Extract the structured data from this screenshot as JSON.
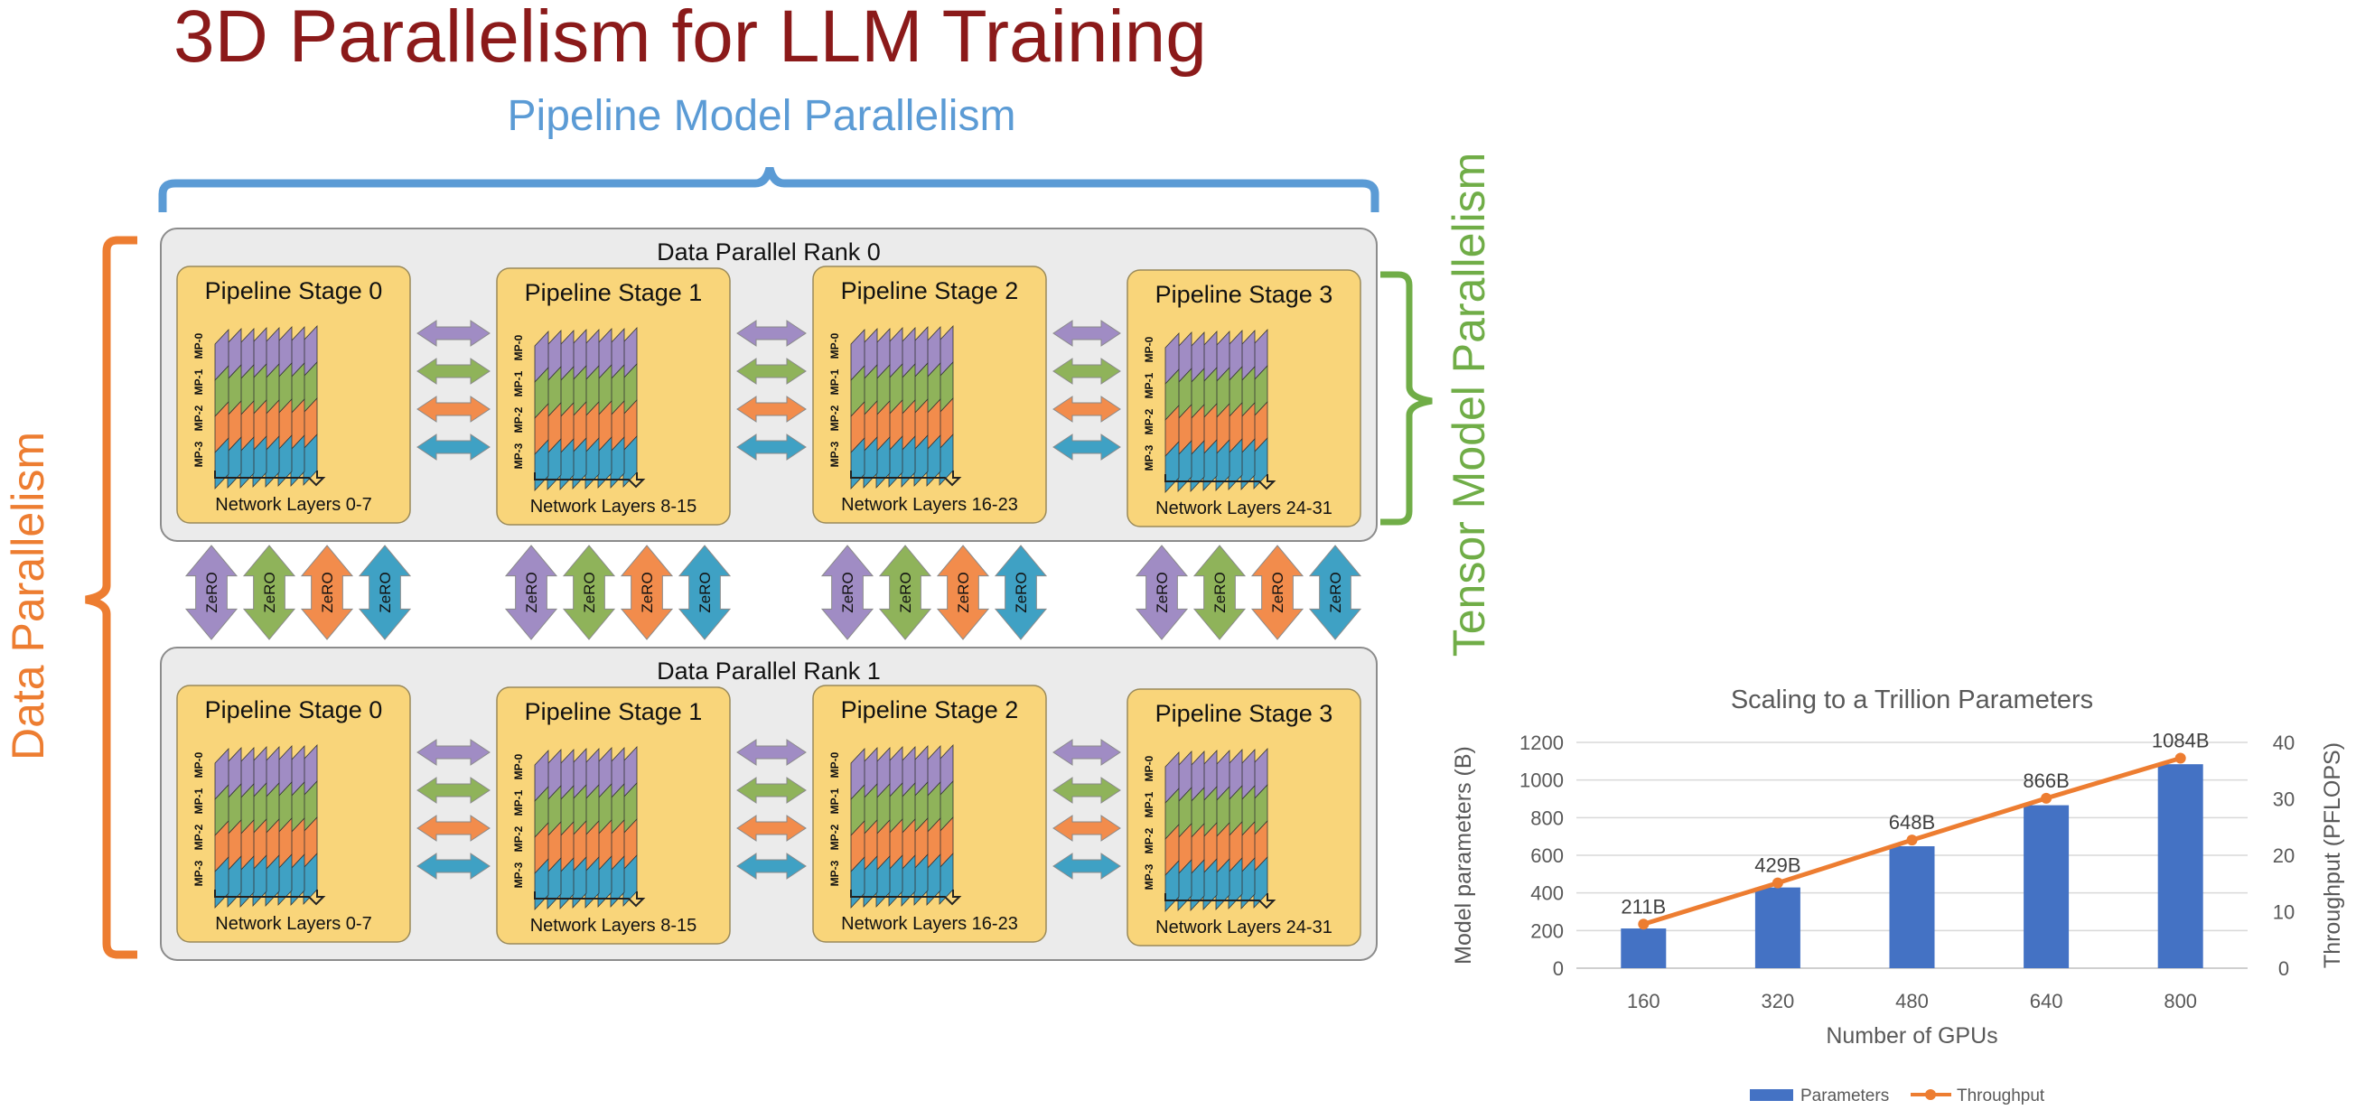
{
  "title": "3D Parallelism for LLM Training",
  "pipeline_label": "Pipeline Model Parallelism",
  "tensor_label": "Tensor Model Parallelism",
  "data_label": "Data Parallelism",
  "ranks": [
    {
      "label": "Data Parallel Rank 0",
      "stages": [
        {
          "title": "Pipeline Stage 0",
          "layers": "Network Layers 0-7"
        },
        {
          "title": "Pipeline Stage 1",
          "layers": "Network Layers 8-15"
        },
        {
          "title": "Pipeline Stage 2",
          "layers": "Network Layers 16-23"
        },
        {
          "title": "Pipeline Stage 3",
          "layers": "Network Layers 24-31"
        }
      ]
    },
    {
      "label": "Data Parallel Rank 1",
      "stages": [
        {
          "title": "Pipeline Stage 0",
          "layers": "Network Layers 0-7"
        },
        {
          "title": "Pipeline Stage 1",
          "layers": "Network Layers 8-15"
        },
        {
          "title": "Pipeline Stage 2",
          "layers": "Network Layers 16-23"
        },
        {
          "title": "Pipeline Stage 3",
          "layers": "Network Layers 24-31"
        }
      ]
    }
  ],
  "mp_labels": [
    "MP-0",
    "MP-1",
    "MP-2",
    "MP-3"
  ],
  "zero_label": "ZeRO",
  "colors": {
    "title": "#8b1a1a",
    "pipeline": "#5b9bd5",
    "tensor": "#70ad47",
    "data": "#ed7d31",
    "rank_box": "#ebebeb",
    "stage_box": "#f9d57a",
    "mp": [
      "#a08cc4",
      "#8fb35a",
      "#f28c4c",
      "#3fa1c4"
    ]
  },
  "chart_data": {
    "type": "bar",
    "title": "Scaling to a Trillion Parameters",
    "xlabel": "Number of GPUs",
    "ylabel": "Model parameters (B)",
    "y2label": "Throughput (PFLOPS)",
    "categories": [
      "160",
      "320",
      "480",
      "640",
      "800"
    ],
    "ylim": [
      0,
      1200
    ],
    "yticks": [
      0,
      200,
      400,
      600,
      800,
      1000,
      1200
    ],
    "y2lim": [
      0,
      40
    ],
    "y2ticks": [
      0,
      10,
      20,
      30,
      40
    ],
    "grid": true,
    "legend_position": "bottom",
    "series": [
      {
        "name": "Parameters",
        "kind": "bar",
        "axis": "left",
        "values": [
          211,
          429,
          648,
          866,
          1084
        ],
        "labels": [
          "211B",
          "429B",
          "648B",
          "866B",
          "1084B"
        ],
        "color": "#4472c4"
      },
      {
        "name": "Throughput",
        "kind": "line",
        "axis": "right",
        "values": [
          7.8,
          15.1,
          22.7,
          30.1,
          37.2
        ],
        "color": "#ed7d31"
      }
    ]
  }
}
